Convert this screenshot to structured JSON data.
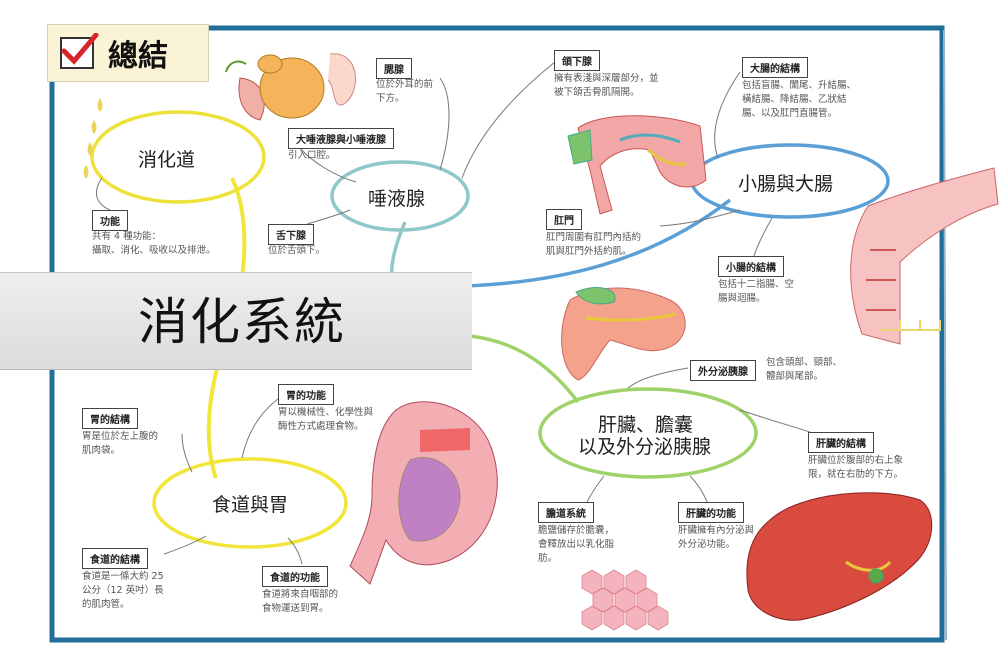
{
  "summary": {
    "title": "總結"
  },
  "center": {
    "title": "消化系統"
  },
  "nodes": {
    "digestive_tract": "消化道",
    "salivary": "唾液腺",
    "intestines": "小腸與大腸",
    "esophagus_stomach": "食道與胃",
    "liver_line1": "肝臟、膽囊",
    "liver_line2": "以及外分泌胰腺"
  },
  "labels": {
    "function": {
      "title": "功能",
      "lines": [
        "共有 4 種功能：",
        "攝取、消化、吸收以及排泄。"
      ]
    },
    "parotid": {
      "title": "腮腺",
      "lines": [
        "位於外耳的前",
        "下方。"
      ]
    },
    "major_minor": {
      "title": "大唾液腺與小唾液腺",
      "lines": [
        "引入口腔。"
      ]
    },
    "sublingual": {
      "title": "舌下腺",
      "lines": [
        "位於舌頭下。"
      ]
    },
    "submandibular": {
      "title": "頜下腺",
      "lines": [
        "擁有表淺與深層部分，並",
        "被下頜舌骨肌隔開。"
      ]
    },
    "large_intestine": {
      "title": "大腸的結構",
      "lines": [
        "包括盲腸、闌尾、升結腸、",
        "橫結腸、降結腸、乙狀結",
        "腸、以及肛門直腸管。"
      ]
    },
    "anus": {
      "title": "肛門",
      "lines": [
        "肛門周圍有肛門內括約",
        "肌與肛門外括約肌。"
      ]
    },
    "small_intestine": {
      "title": "小腸的結構",
      "lines": [
        "包括十二指腸、空",
        "腸與迴腸。"
      ]
    },
    "exocrine": {
      "title": "外分泌胰腺",
      "lines": [
        "包含頭部、頸部、",
        "體部與尾部。"
      ]
    },
    "liver_structure": {
      "title": "肝臟的結構",
      "lines": [
        "肝臟位於腹部的右上象",
        "限，就在右肋的下方。"
      ]
    },
    "biliary": {
      "title": "膽道系統",
      "lines": [
        "膽鹽儲存於膽囊，",
        "會釋放出以乳化脂",
        "肪。"
      ]
    },
    "liver_function": {
      "title": "肝臟的功能",
      "lines": [
        "肝臟擁有內分泌與",
        "外分泌功能。"
      ]
    },
    "stomach_function": {
      "title": "胃的功能",
      "lines": [
        "胃以機械性、化學性與",
        "酶性方式處理食物。"
      ]
    },
    "stomach_structure": {
      "title": "胃的結構",
      "lines": [
        "胃是位於左上腹的",
        "肌肉袋。"
      ]
    },
    "esophagus_structure": {
      "title": "食道的結構",
      "lines": [
        "食道是一條大約 25",
        "公分（12 英吋）長",
        "的肌肉管。"
      ]
    },
    "esophagus_function": {
      "title": "食道的功能",
      "lines": [
        "食道將來自咽部的",
        "食物運送到胃。"
      ]
    }
  },
  "colors": {
    "frame": "#1f6f9a",
    "yellow": "#f2e53a",
    "teal": "#8fc8c7",
    "blue": "#5a9fd6",
    "green": "#9fd36a",
    "red_check": "#d8252a"
  }
}
